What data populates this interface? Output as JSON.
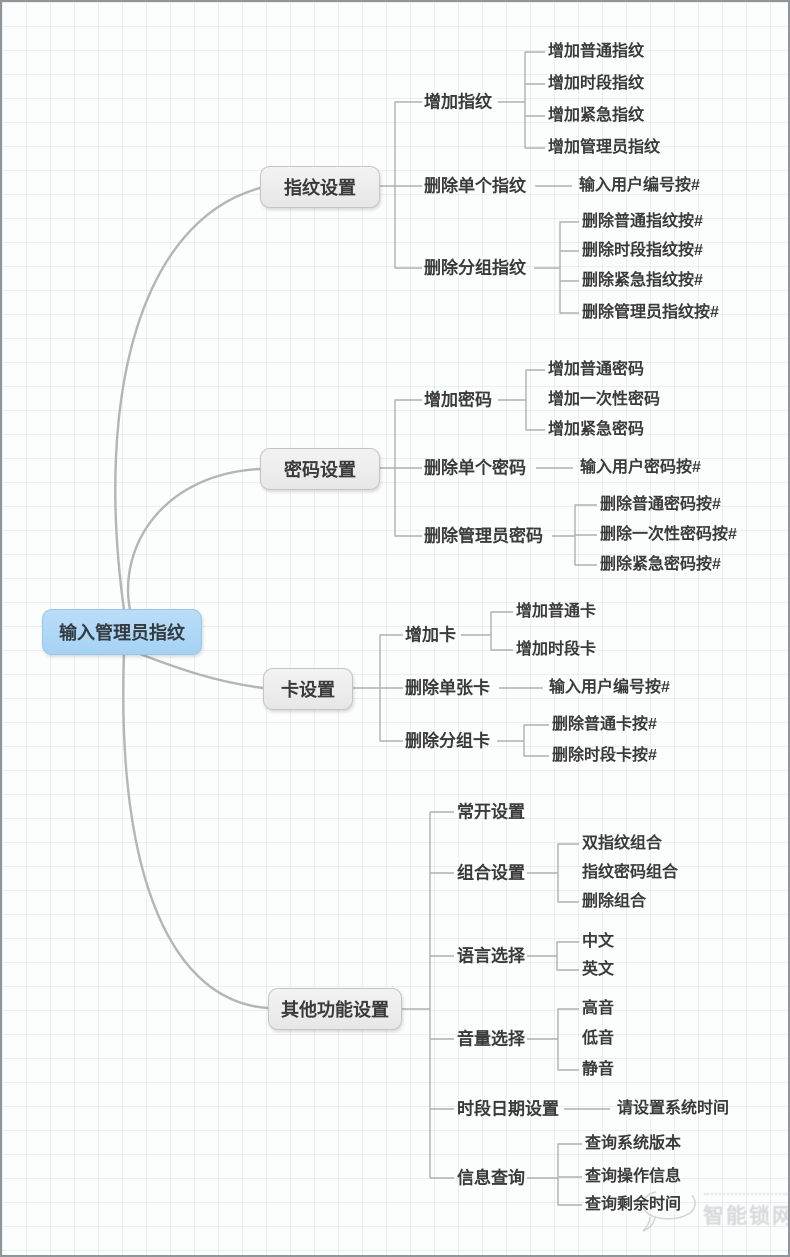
{
  "root": {
    "label": "输入管理员指纹"
  },
  "branches": [
    {
      "label": "指纹设置",
      "children": [
        {
          "label": "增加指纹",
          "children": [
            {
              "label": "增加普通指纹"
            },
            {
              "label": "增加时段指纹"
            },
            {
              "label": "增加紧急指纹"
            },
            {
              "label": "增加管理员指纹"
            }
          ]
        },
        {
          "label": "删除单个指纹",
          "children": [
            {
              "label": "输入用户编号按#"
            }
          ]
        },
        {
          "label": "删除分组指纹",
          "children": [
            {
              "label": "删除普通指纹按#"
            },
            {
              "label": "删除时段指纹按#"
            },
            {
              "label": "删除紧急指纹按#"
            },
            {
              "label": "删除管理员指纹按#"
            }
          ]
        }
      ]
    },
    {
      "label": "密码设置",
      "children": [
        {
          "label": "增加密码",
          "children": [
            {
              "label": "增加普通密码"
            },
            {
              "label": "增加一次性密码"
            },
            {
              "label": "增加紧急密码"
            }
          ]
        },
        {
          "label": "删除单个密码",
          "children": [
            {
              "label": "输入用户密码按#"
            }
          ]
        },
        {
          "label": "删除管理员密码",
          "children": [
            {
              "label": "删除普通密码按#"
            },
            {
              "label": "删除一次性密码按#"
            },
            {
              "label": "删除紧急密码按#"
            }
          ]
        }
      ]
    },
    {
      "label": "卡设置",
      "children": [
        {
          "label": "增加卡",
          "children": [
            {
              "label": "增加普通卡"
            },
            {
              "label": "增加时段卡"
            }
          ]
        },
        {
          "label": "删除单张卡",
          "children": [
            {
              "label": "输入用户编号按#"
            }
          ]
        },
        {
          "label": "删除分组卡",
          "children": [
            {
              "label": "删除普通卡按#"
            },
            {
              "label": "删除时段卡按#"
            }
          ]
        }
      ]
    },
    {
      "label": "其他功能设置",
      "children": [
        {
          "label": "常开设置",
          "children": []
        },
        {
          "label": "组合设置",
          "children": [
            {
              "label": "双指纹组合"
            },
            {
              "label": "指纹密码组合"
            },
            {
              "label": "删除组合"
            }
          ]
        },
        {
          "label": "语言选择",
          "children": [
            {
              "label": "中文"
            },
            {
              "label": "英文"
            }
          ]
        },
        {
          "label": "音量选择",
          "children": [
            {
              "label": "高音"
            },
            {
              "label": "低音"
            },
            {
              "label": "静音"
            }
          ]
        },
        {
          "label": "时段日期设置",
          "children": [
            {
              "label": "请设置系统时间"
            }
          ]
        },
        {
          "label": "信息查询",
          "children": [
            {
              "label": "查询系统版本"
            },
            {
              "label": "查询操作信息"
            },
            {
              "label": "查询剩余时间"
            }
          ]
        }
      ]
    }
  ],
  "watermark": {
    "brand": "智能锁网"
  },
  "colors": {
    "root_fill": "#a5d2f4",
    "branch_fill": "#ededed",
    "connector": "#b0b0b0",
    "text": "#3a3a3a",
    "grid": "#e6ecef"
  }
}
